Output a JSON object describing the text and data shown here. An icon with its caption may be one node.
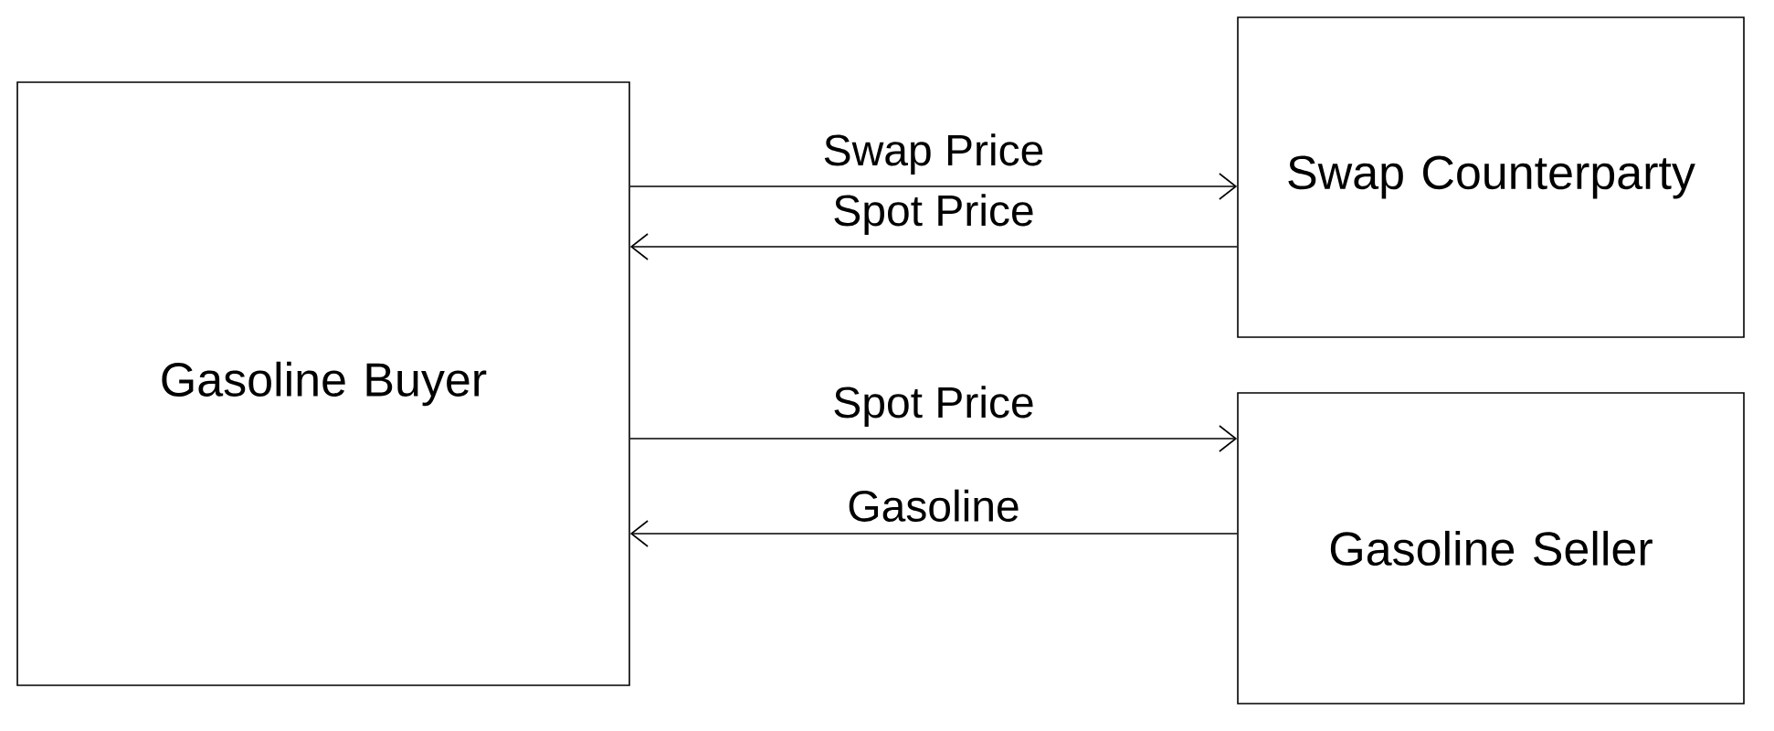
{
  "diagram": {
    "nodes": [
      {
        "text": [
          "Gasoline Buyer"
        ]
      },
      {
        "text": [
          "Swap Counterparty"
        ]
      },
      {
        "text": [
          "Gasoline Seller"
        ]
      }
    ],
    "edges": [
      {
        "from": 0,
        "to": 1,
        "arrow": "to",
        "label": "Swap Price"
      },
      {
        "from": 1,
        "to": 0,
        "arrow": "to",
        "label": "Spot Price"
      },
      {
        "from": 0,
        "to": 2,
        "arrow": "to",
        "label": "Spot Price"
      },
      {
        "from": 2,
        "to": 0,
        "arrow": "to",
        "label": "Gasoline"
      }
    ]
  }
}
